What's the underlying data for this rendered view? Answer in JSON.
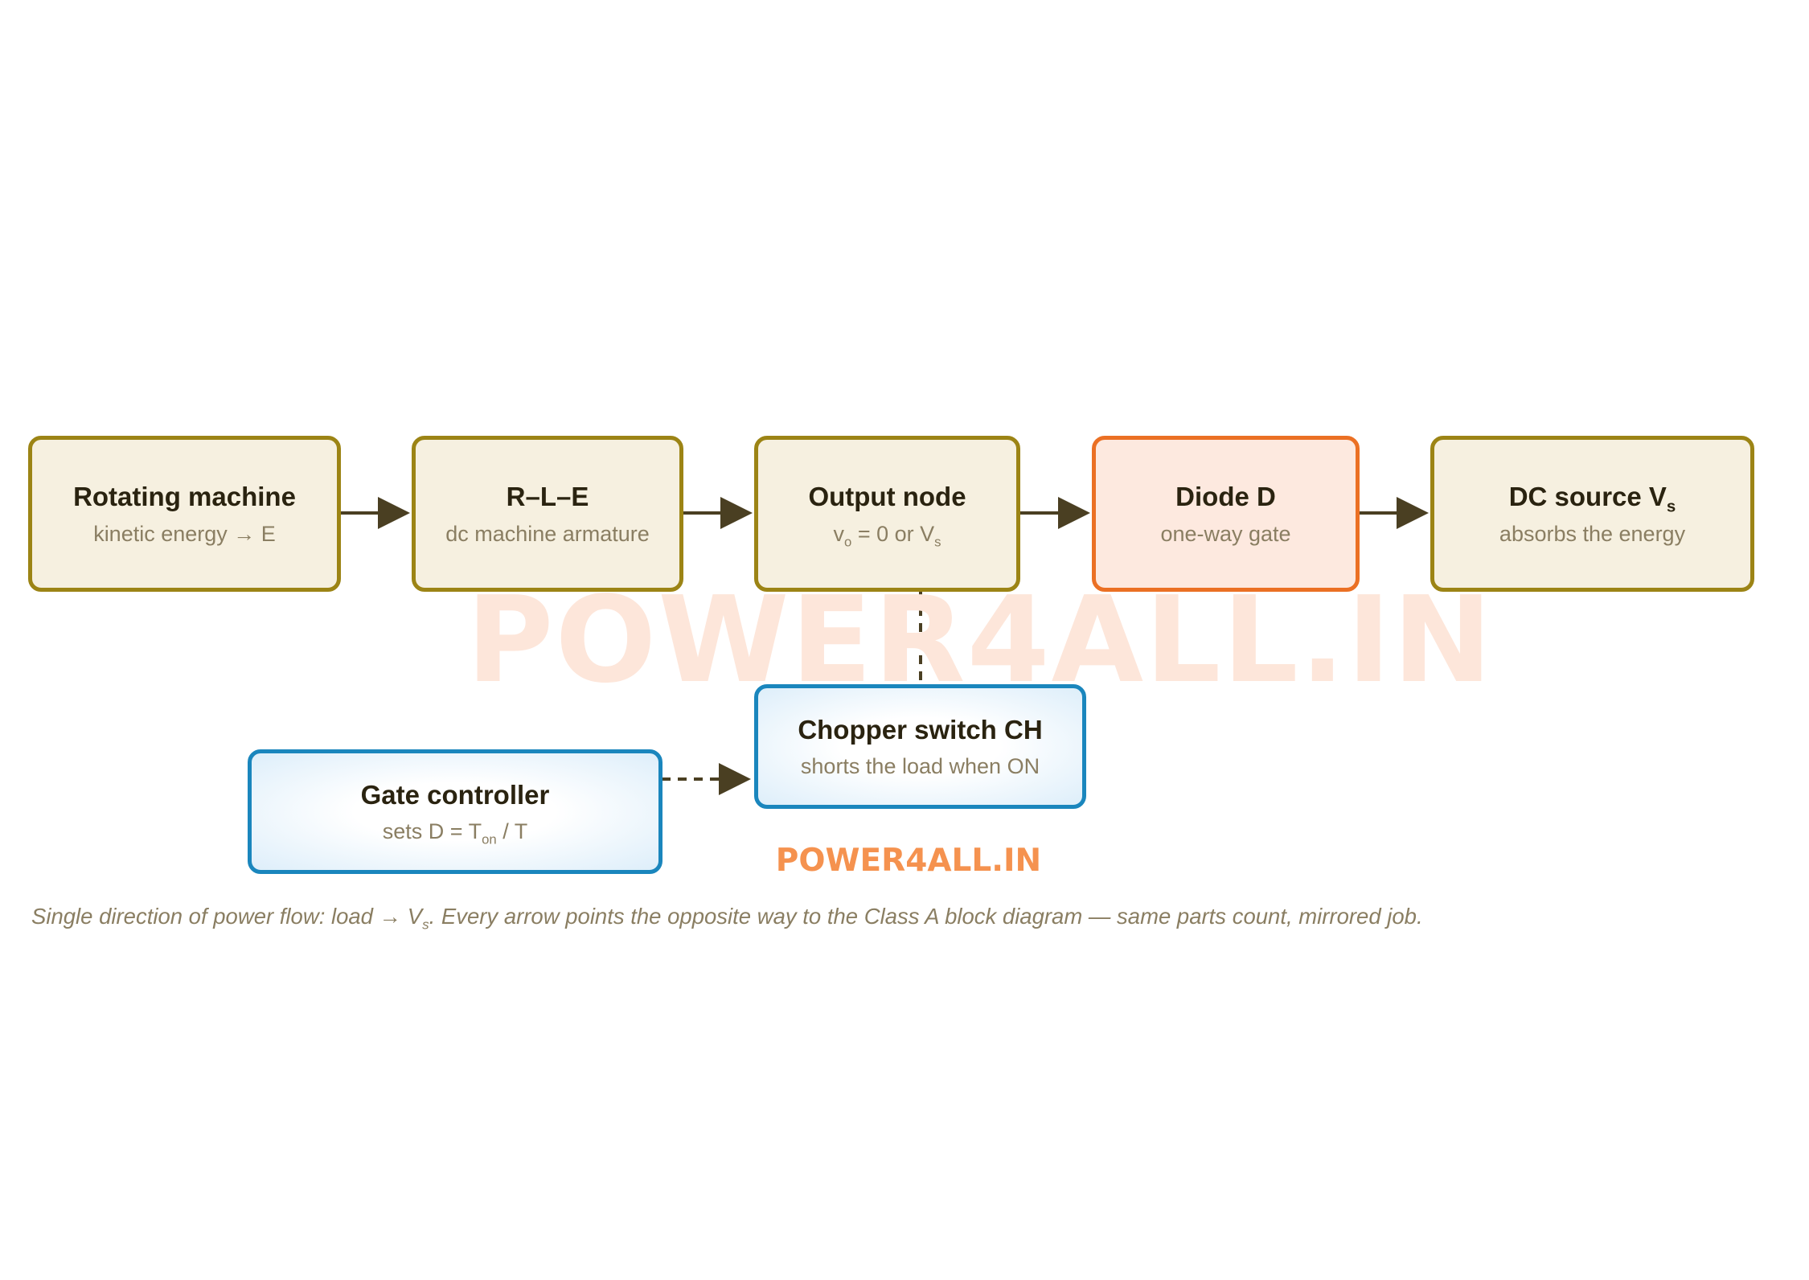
{
  "watermark": "POWER4ALL.IN",
  "brand": "POWER4ALL.IN",
  "blocks": {
    "rotating_machine": {
      "title": "Rotating machine",
      "sub": "kinetic energy → E"
    },
    "rle": {
      "title": "R–L–E",
      "sub": "dc machine armature"
    },
    "output_node": {
      "title": "Output node",
      "sub_pre": "v",
      "sub_pre_subscript": "o",
      "sub_mid": " = 0 or V",
      "sub_mid_subscript": "s"
    },
    "diode": {
      "title": "Diode D",
      "sub": "one-way gate"
    },
    "dc_source": {
      "title_pre": "DC source V",
      "title_subscript": "s",
      "sub": "absorbs the energy"
    },
    "chopper": {
      "title": "Chopper switch CH",
      "sub": "shorts the load when ON"
    },
    "gate_controller": {
      "title": "Gate controller",
      "sub_pre": "sets D = T",
      "sub_subscript": "on",
      "sub_post": " / T"
    }
  },
  "caption": {
    "pre": "Single direction of power flow: load → V",
    "subscript": "s",
    "post": ". Every arrow points the opposite way to the Class A block diagram — same parts count, mirrored job."
  },
  "colors": {
    "default_border": "#9c8415",
    "default_fill": "#f6f0e0",
    "diode_border": "#eb7024",
    "diode_fill": "#fde9df",
    "control_border": "#1a86bd",
    "control_fill": "#ddeefa",
    "arrow": "#4a3f22",
    "brand": "#f5924f",
    "watermark": "#fde6da"
  }
}
